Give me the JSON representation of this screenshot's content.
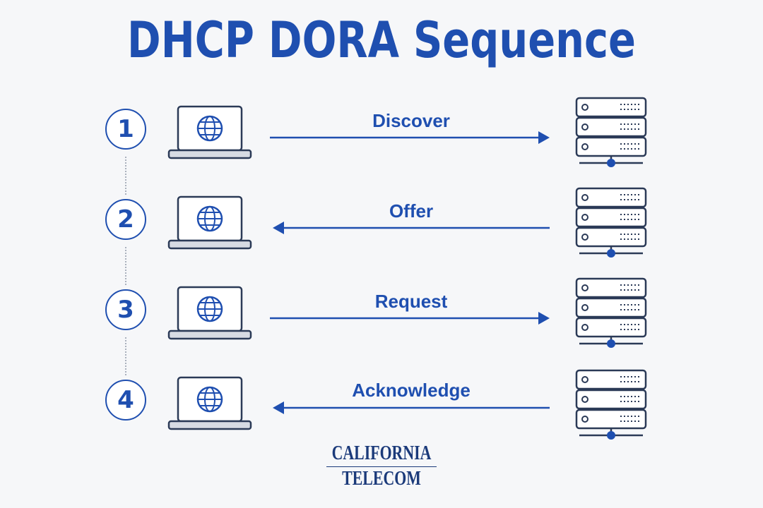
{
  "title": "DHCP DORA Sequence",
  "colors": {
    "accent": "#1f4fb0",
    "line": "#2b3a57",
    "background": "#f6f7f9"
  },
  "steps": [
    {
      "number": "1",
      "label": "Discover",
      "direction": "client-to-server"
    },
    {
      "number": "2",
      "label": "Offer",
      "direction": "server-to-client"
    },
    {
      "number": "3",
      "label": "Request",
      "direction": "client-to-server"
    },
    {
      "number": "4",
      "label": "Acknowledge",
      "direction": "server-to-client"
    }
  ],
  "icons": {
    "client": "laptop-globe-icon",
    "server": "server-rack-icon"
  },
  "logo": {
    "line1": "CALIFORNIA",
    "line2": "TELECOM"
  }
}
